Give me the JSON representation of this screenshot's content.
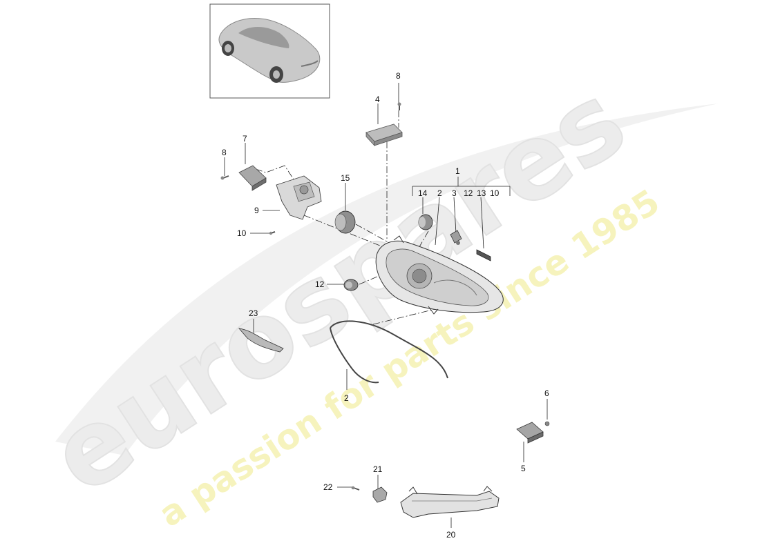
{
  "watermark": {
    "brand": "eurospares",
    "tagline": "a passion for parts since 1985"
  },
  "thumbnail": {
    "subject": "car-coupe-thumbnail"
  },
  "callouts": {
    "c1": "1",
    "c2_top": "2",
    "c2_bottom": "2",
    "c3": "3",
    "c4": "4",
    "c5": "5",
    "c6": "6",
    "c7": "7",
    "c8_top": "8",
    "c8_left": "8",
    "c9": "9",
    "c10_left": "10",
    "c10_group": "10",
    "c12_group": "12",
    "c12_left": "12",
    "c13": "13",
    "c14": "14",
    "c15": "15",
    "c20": "20",
    "c21": "21",
    "c22": "22",
    "c23": "23"
  }
}
